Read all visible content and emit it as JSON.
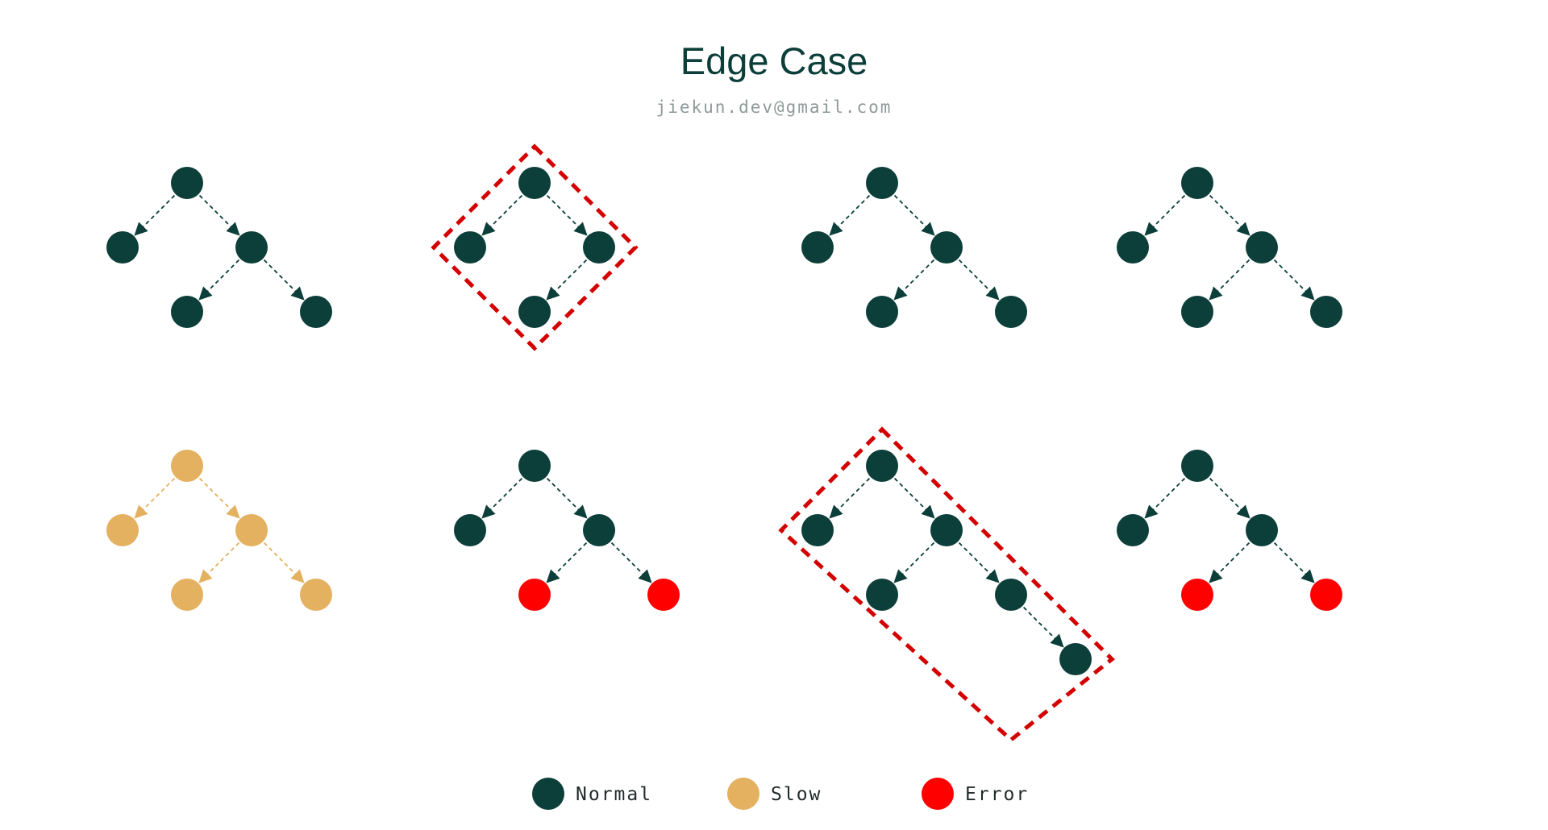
{
  "header": {
    "title": "Edge Case",
    "subtitle": "jiekun.dev@gmail.com"
  },
  "colors": {
    "normal": "#0c3f3a",
    "slow": "#e3b15f",
    "error": "#ff0000",
    "highlight_box": "#d40000"
  },
  "legend": [
    {
      "label": "Normal",
      "status": "normal"
    },
    {
      "label": "Slow",
      "status": "slow"
    },
    {
      "label": "Error",
      "status": "error"
    }
  ],
  "trees": [
    {
      "row": 1,
      "col": 1,
      "nodes": [
        "normal",
        "normal",
        "normal",
        "normal",
        "normal"
      ],
      "highlight": null
    },
    {
      "row": 1,
      "col": 2,
      "nodes": [
        "normal",
        "normal",
        "normal",
        "normal"
      ],
      "highlight": "left-child-loop"
    },
    {
      "row": 1,
      "col": 3,
      "nodes": [
        "normal",
        "normal",
        "normal",
        "normal",
        "normal"
      ],
      "highlight": null
    },
    {
      "row": 1,
      "col": 4,
      "nodes": [
        "normal",
        "normal",
        "normal",
        "normal",
        "normal"
      ],
      "highlight": null
    },
    {
      "row": 2,
      "col": 1,
      "nodes": [
        "slow",
        "slow",
        "slow",
        "slow",
        "slow"
      ],
      "highlight": null
    },
    {
      "row": 2,
      "col": 2,
      "nodes": [
        "normal",
        "normal",
        "normal",
        "error",
        "error"
      ],
      "highlight": null
    },
    {
      "row": 2,
      "col": 3,
      "nodes": [
        "normal",
        "normal",
        "normal",
        "normal",
        "normal",
        "normal"
      ],
      "highlight": "right-spine"
    },
    {
      "row": 2,
      "col": 4,
      "nodes": [
        "normal",
        "normal",
        "normal",
        "error",
        "error"
      ],
      "highlight": null
    }
  ]
}
